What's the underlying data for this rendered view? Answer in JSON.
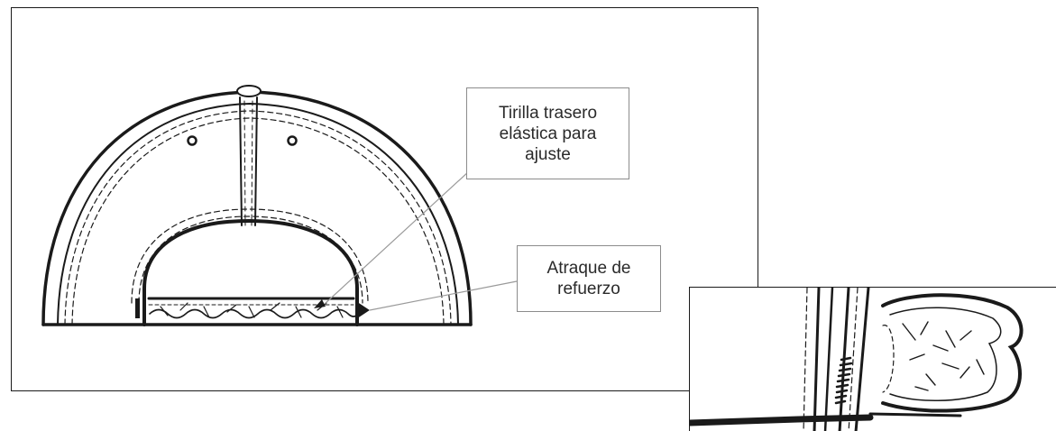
{
  "callouts": {
    "elastic_strap": {
      "lines": [
        "Tirilla trasero",
        "elástica para",
        "ajuste"
      ]
    },
    "bartack": {
      "lines": [
        "Atraque de",
        "refuerzo"
      ]
    }
  },
  "colors": {
    "line": "#1a1a1a",
    "callout_border": "#8c8c8c",
    "leader": "#9a9a9a"
  }
}
